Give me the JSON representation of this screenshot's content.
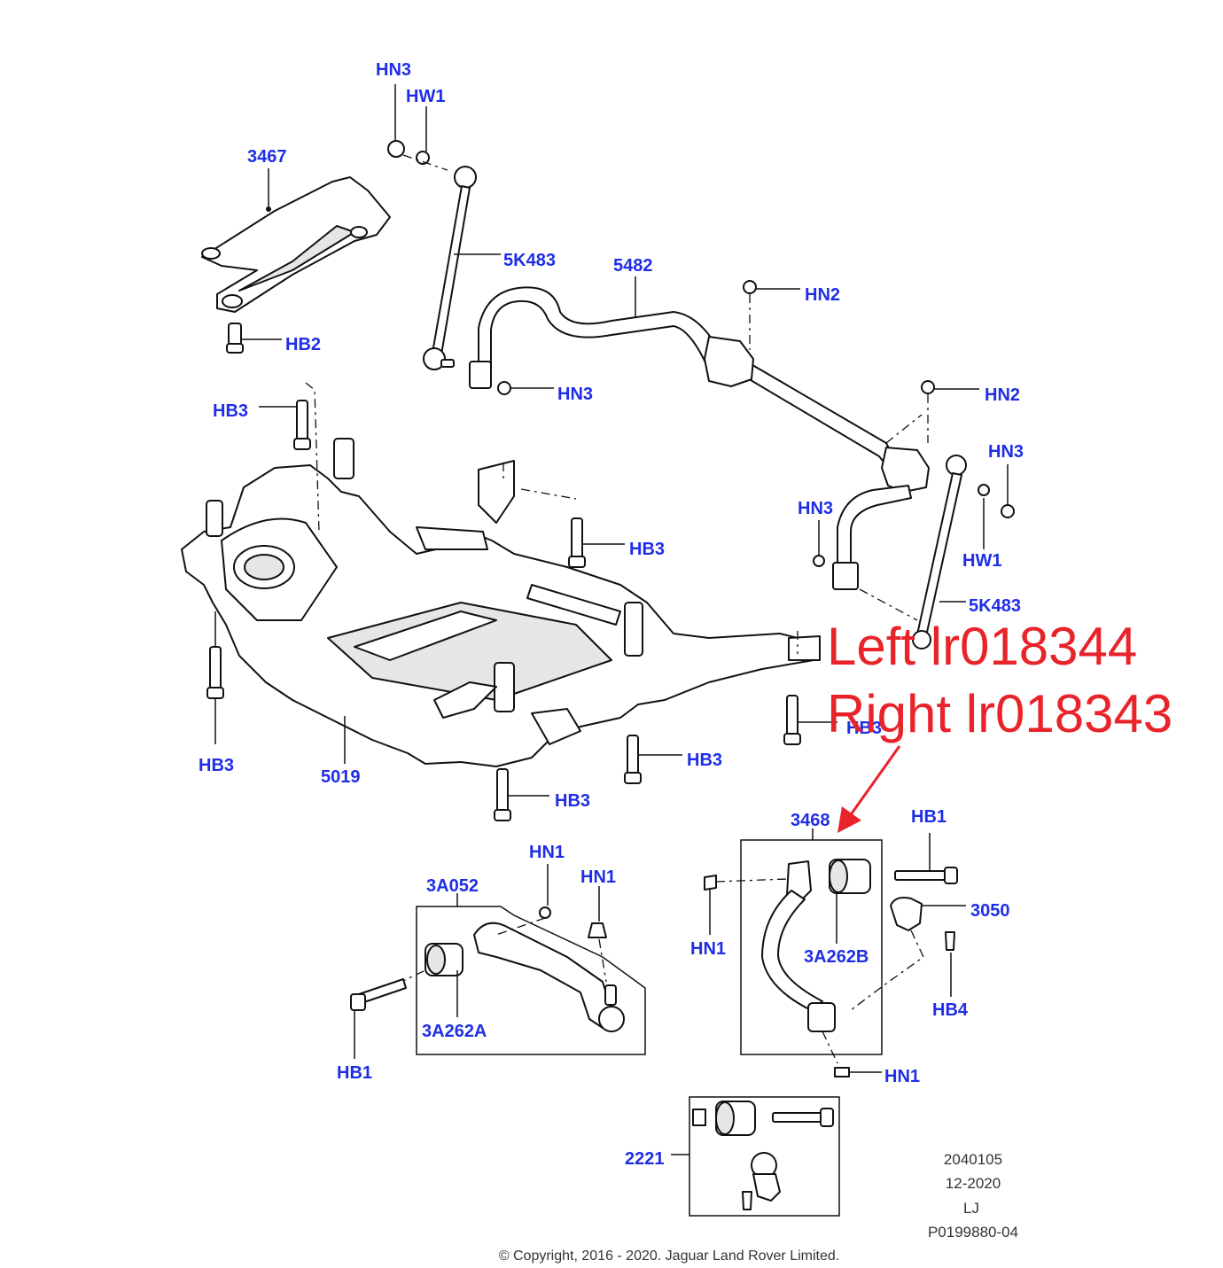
{
  "part_labels": {
    "hn3_top": "HN3",
    "hw1_top": "HW1",
    "p3467": "3467",
    "p5k483_top": "5K483",
    "p5482": "5482",
    "hn2_top": "HN2",
    "hb2": "HB2",
    "hn3_mid": "HN3",
    "hn2_right": "HN2",
    "hb3_left_top": "HB3",
    "hn3_right": "HN3",
    "hn3_rightmid": "HN3",
    "hb3_mid": "HB3",
    "hw1_right": "HW1",
    "p5k483_right": "5K483",
    "hb3_right": "HB3",
    "hb3_left_bottom": "HB3",
    "p5019": "5019",
    "hb3_bottom_mid": "HB3",
    "hb3_bottom": "HB3",
    "p3468": "3468",
    "hb1_right": "HB1",
    "hn1_top": "HN1",
    "hn1_mid": "HN1",
    "p3a052": "3A052",
    "p3050": "3050",
    "hn1_left_box": "HN1",
    "p3a262b": "3A262B",
    "hb4": "HB4",
    "p3a262a": "3A262A",
    "hb1_left": "HB1",
    "hn1_bottom": "HN1",
    "p2221": "2221"
  },
  "annotation": {
    "left": "Left lr018344",
    "right": "Right lr018343",
    "color": "#e8232a"
  },
  "drawing_info": {
    "number": "2040105",
    "date": "12-2020",
    "code": "LJ",
    "ref": "P0199880-04"
  },
  "copyright": "© Copyright, 2016 - 2020. Jaguar Land Rover Limited.",
  "colors": {
    "label": "#1f2ee6",
    "line": "#111111",
    "background": "#ffffff"
  }
}
